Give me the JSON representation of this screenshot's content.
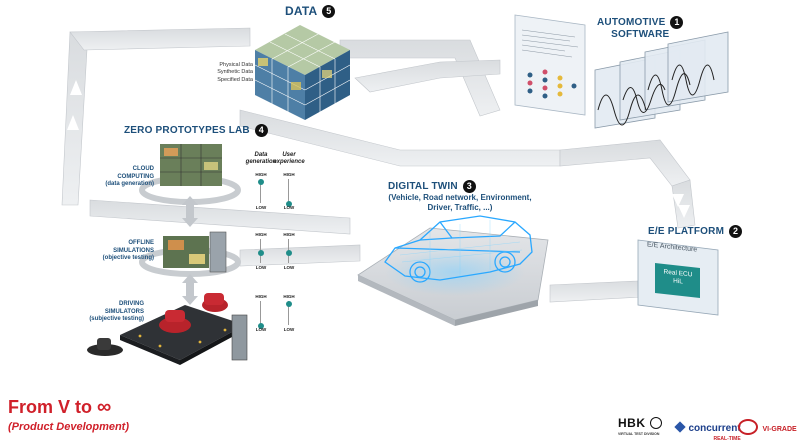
{
  "data": {
    "title": "DATA",
    "badge": "5",
    "items": [
      "Physical Data",
      "Synthetic Data",
      "Specified Data"
    ]
  },
  "automotive": {
    "title_line1": "AUTOMOTIVE",
    "title_line2": "SOFTWARE",
    "badge": "1"
  },
  "ee": {
    "title": "E/E PLATFORM",
    "badge": "2",
    "box_title": "E/E Architecture",
    "hil_line1": "Real ECU",
    "hil_line2": "HiL"
  },
  "twin": {
    "title": "DIGITAL TWIN",
    "badge": "3",
    "subtitle_line1": "(Vehicle, Road network, Environment,",
    "subtitle_line2": "Driver, Traffic, ...)"
  },
  "zpl": {
    "title": "ZERO PROTOTYPES LAB",
    "badge": "4",
    "stages": [
      {
        "line1": "CLOUD",
        "line2": "COMPUTING",
        "line3": "(data generation)"
      },
      {
        "line1": "OFFLINE",
        "line2": "SIMULATIONS",
        "line3": "(objective testing)"
      },
      {
        "line1": "DRIVING",
        "line2": "SIMULATORS",
        "line3": "(subjective testing)"
      }
    ],
    "col1_line1": "Data",
    "col1_line2": "generation",
    "col2_line1": "User",
    "col2_line2": "experience",
    "high": "HIGH",
    "low": "LOW",
    "levels": {
      "cloud": {
        "gen": 1.0,
        "ux": 0.0
      },
      "offline": {
        "gen": 0.5,
        "ux": 0.5
      },
      "driving": {
        "gen": 0.0,
        "ux": 1.0
      }
    }
  },
  "footer": {
    "title_prefix": "From V to ",
    "infinity": "∞",
    "subtitle": "(Product Development)"
  },
  "logos": {
    "hbk": "HBK",
    "hbk_sub": "VIRTUAL TEST DIVISION",
    "concurrent": "concurrent",
    "concurrent_sub": "REAL-TIME",
    "vigrade": "VI-GRADE"
  },
  "colors": {
    "accent": "#1d4f7a",
    "red": "#d0202a",
    "glow": "#2aa8ff"
  }
}
